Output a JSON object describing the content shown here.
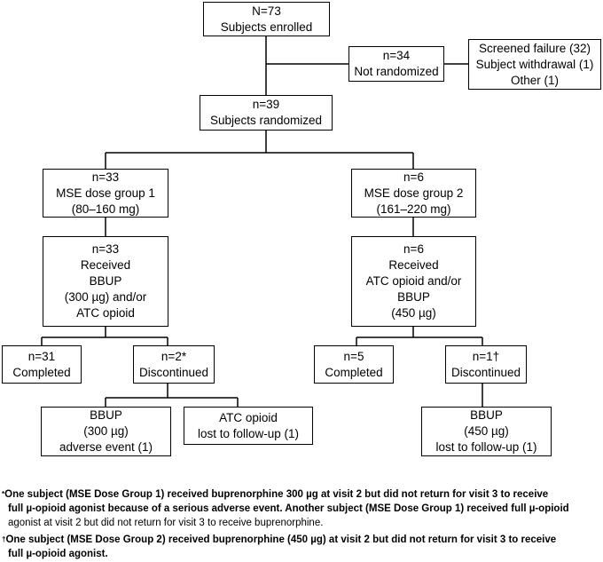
{
  "nodes": {
    "enrolled": [
      "N=73",
      "Subjects enrolled"
    ],
    "not_randomized": [
      "n=34",
      "Not randomized"
    ],
    "reasons": [
      "Screened failure (32)",
      "Subject withdrawal (1)",
      "Other (1)"
    ],
    "randomized": [
      "n=39",
      "Subjects randomized"
    ],
    "group1": [
      "n=33",
      "MSE dose group 1",
      "(80–160 mg)"
    ],
    "group2": [
      "n=6",
      "MSE dose group 2",
      "(161–220 mg)"
    ],
    "received1": [
      "n=33",
      "Received",
      "BBUP",
      "(300 µg) and/or",
      "ATC opioid"
    ],
    "received2": [
      "n=6",
      "Received",
      "ATC opioid and/or",
      "BBUP",
      "(450 µg)"
    ],
    "completed1": [
      "n=31",
      "Completed"
    ],
    "discontinued1": [
      "n=2*",
      "Discontinued"
    ],
    "completed2": [
      "n=5",
      "Completed"
    ],
    "discontinued2": [
      "n=1†",
      "Discontinued"
    ],
    "bbup300": [
      "BBUP",
      "(300 µg)",
      "adverse event (1)"
    ],
    "atc_lost": [
      "ATC opioid",
      "lost to follow-up (1)"
    ],
    "bbup450": [
      "BBUP",
      "(450 µg)",
      "lost to follow-up (1)"
    ]
  },
  "footnotes": {
    "star_mark": "*",
    "star_line1": "One subject (MSE Dose Group 1) received buprenorphine 300 µg at visit 2 but did not return for visit 3 to receive",
    "star_line2": "full µ-opioid agonist because of a serious adverse event. Another subject (MSE Dose Group 1) received full µ-opioid",
    "star_line3": "agonist at visit 2 but did not return for visit 3 to receive buprenorphine.",
    "dagger_mark": "†",
    "dagger_line1": "One subject (MSE Dose Group 2) received buprenorphine (450 µg) at visit 2 but did not return for visit 3 to receive",
    "dagger_line2": "full µ-opioid agonist."
  }
}
